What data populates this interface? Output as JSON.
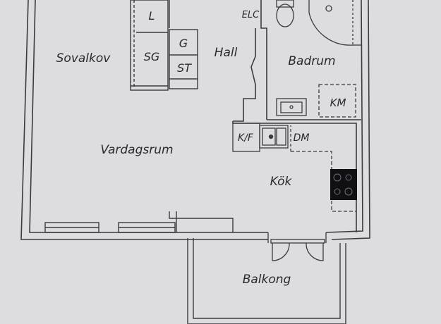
{
  "floorplan": {
    "rooms": {
      "sovalkov": "Sovalkov",
      "vardagsrum": "Vardagsrum",
      "hall": "Hall",
      "badrum": "Badrum",
      "kok": "Kök",
      "balkong": "Balkong"
    },
    "fixtures": {
      "linen": "L",
      "sg": "SG",
      "g": "G",
      "st": "ST",
      "elc": "ELC",
      "km": "KM",
      "kf": "K/F",
      "dm": "DM"
    }
  }
}
